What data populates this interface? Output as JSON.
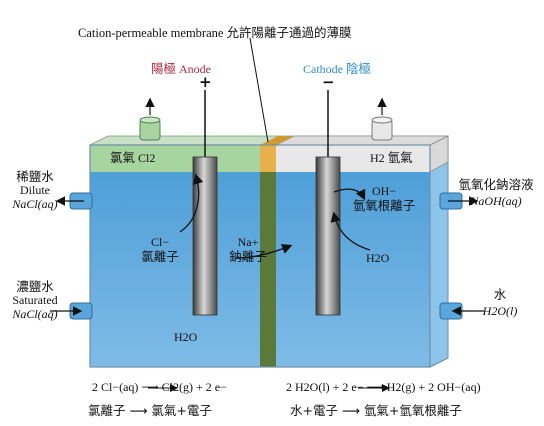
{
  "title": "Cation-permeable membrane 允許陽離子通過的薄膜",
  "anode": {
    "zh": "陽極",
    "en": "Anode",
    "sign": "+",
    "color": "#b0293e"
  },
  "cathode": {
    "en": "Cathode",
    "zh": "陰極",
    "sign": "−",
    "color": "#2f8fc4"
  },
  "gas_left": {
    "zh": "氯氣",
    "formula": "Cl2"
  },
  "gas_right": {
    "formula": "H2",
    "zh": "氫氣"
  },
  "inlets_outlets": {
    "dilute_zh": "稀鹽水",
    "dilute_en": "Dilute",
    "dilute_formula": "NaCl(aq)",
    "saturated_zh": "濃鹽水",
    "saturated_en": "Saturated",
    "saturated_formula": "NaCl(aq)",
    "naoh_zh": "氫氧化鈉溶液",
    "naoh_formula": "NaOH(aq)",
    "water_zh": "水",
    "water_formula": "H2O(l)"
  },
  "ions": {
    "cl_formula": "Cl−",
    "cl_zh": "氯離子",
    "na_formula": "Na+",
    "na_zh": "鈉離子",
    "oh_formula": "OH−",
    "oh_zh": "氫氧根離子",
    "h2o_right": "H2O",
    "h2o_left": "H2O"
  },
  "equations": {
    "left_eq": "2 Cl−(aq) ⟶ Cl2(g) + 2 e−",
    "right_eq": "2 H2O(l) + 2 e− ⟶ H2(g) + 2 OH−(aq)",
    "left_zh": "氯離子 ⟶ 氯氣+電子",
    "right_zh": "水+電子 ⟶ 氫氣+氫氧根離子"
  },
  "colors": {
    "solution": "#5aa6dc",
    "solution_light": "#a9d2ee",
    "gas_left": "#9fd29a",
    "gas_right": "#e6e6e6",
    "membrane": "#5b7a3a",
    "electrode": "#5f5f5f"
  }
}
